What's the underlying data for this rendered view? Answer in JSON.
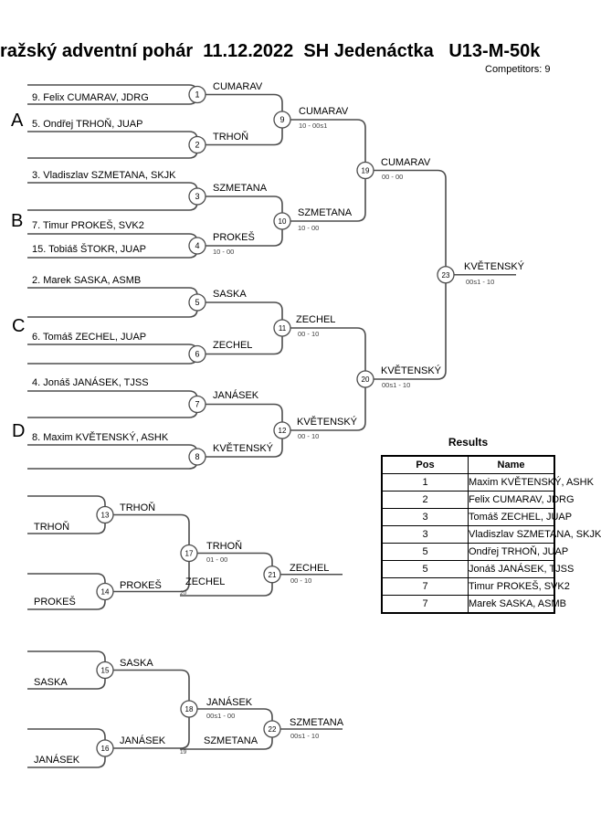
{
  "header": {
    "title": "ražský adventní pohár  11.12.2022  SH Jedenáctka   U13-M-50k",
    "competitors_label": "Competitors: 9"
  },
  "groups": {
    "a": "A",
    "b": "B",
    "c": "C",
    "d": "D"
  },
  "entrants": {
    "e1": "9. Felix CUMARAV, JDRG",
    "e2": "5. Ondřej TRHOŇ, JUAP",
    "e3": "3. Vladiszlav SZMETANA, SKJK",
    "e4": "7. Timur PROKEŠ, SVK2",
    "e5": "15. Tobiáš ŠTOKR, JUAP",
    "e6": "2. Marek SASKA, ASMB",
    "e7": "6. Tomáš ZECHEL, JUAP",
    "e8": "4. Jonáš JANÁSEK, TJSS",
    "e9": "8. Maxim KVĚTENSKÝ, ASHK"
  },
  "matches": {
    "m1": {
      "num": "1",
      "winner": "CUMARAV"
    },
    "m2": {
      "num": "2",
      "winner": "TRHOŇ"
    },
    "m3": {
      "num": "3",
      "winner": "SZMETANA"
    },
    "m4": {
      "num": "4",
      "winner": "PROKEŠ",
      "score": "10 - 00"
    },
    "m5": {
      "num": "5",
      "winner": "SASKA"
    },
    "m6": {
      "num": "6",
      "winner": "ZECHEL"
    },
    "m7": {
      "num": "7",
      "winner": "JANÁSEK"
    },
    "m8": {
      "num": "8",
      "winner": "KVĚTENSKÝ"
    },
    "m9": {
      "num": "9",
      "winner": "CUMARAV",
      "score": "10 - 00s1"
    },
    "m10": {
      "num": "10",
      "winner": "SZMETANA",
      "score": "10 - 00"
    },
    "m11": {
      "num": "11",
      "winner": "ZECHEL",
      "score": "00 - 10"
    },
    "m12": {
      "num": "12",
      "winner": "KVĚTENSKÝ",
      "score": "00 - 10"
    },
    "m13": {
      "num": "13",
      "winner": "TRHOŇ"
    },
    "m14": {
      "num": "14",
      "winner": "PROKEŠ"
    },
    "m15": {
      "num": "15",
      "winner": "SASKA"
    },
    "m16": {
      "num": "16",
      "winner": "JANÁSEK"
    },
    "m17": {
      "num": "17",
      "winner": "TRHOŇ",
      "score": "01 - 00"
    },
    "m18": {
      "num": "18",
      "winner": "JANÁSEK",
      "score": "00s1 - 00"
    },
    "m19": {
      "num": "19",
      "winner": "CUMARAV",
      "score": "00 - 00"
    },
    "m20": {
      "num": "20",
      "winner": "KVĚTENSKÝ",
      "score": "00s1 - 10"
    },
    "m21": {
      "num": "21",
      "winner": "ZECHEL",
      "score": "00 - 10"
    },
    "m22": {
      "num": "22",
      "winner": "SZMETANA",
      "score": "00s1 - 10"
    },
    "m23": {
      "num": "23",
      "winner": "KVĚTENSKÝ",
      "score": "00s1 - 10"
    }
  },
  "consolation": {
    "c1_top_entrant": "TRHOŇ",
    "c1_bottom_entrant": "PROKEŠ",
    "c1_drop_in": {
      "name": "ZECHEL",
      "from_match": "20"
    },
    "c2_top_entrant": "SASKA",
    "c2_bottom_entrant": "JANÁSEK",
    "c2_drop_in": {
      "name": "SZMETANA",
      "from_match": "19"
    }
  },
  "results": {
    "title": "Results",
    "columns": {
      "pos": "Pos",
      "name": "Name"
    },
    "rows": [
      {
        "pos": "1",
        "name": "Maxim KVĚTENSKÝ, ASHK"
      },
      {
        "pos": "2",
        "name": "Felix CUMARAV, JDRG"
      },
      {
        "pos": "3",
        "name": "Tomáš ZECHEL, JUAP"
      },
      {
        "pos": "3",
        "name": "Vladiszlav SZMETANA, SKJK"
      },
      {
        "pos": "5",
        "name": "Ondřej TRHOŇ, JUAP"
      },
      {
        "pos": "5",
        "name": "Jonáš JANÁSEK, TJSS"
      },
      {
        "pos": "7",
        "name": "Timur PROKEŠ, SVK2"
      },
      {
        "pos": "7",
        "name": "Marek SASKA, ASMB"
      }
    ]
  },
  "colors": {
    "line": "#4d4d4d",
    "text": "#000000",
    "table_border": "#000000",
    "background": "#ffffff"
  }
}
